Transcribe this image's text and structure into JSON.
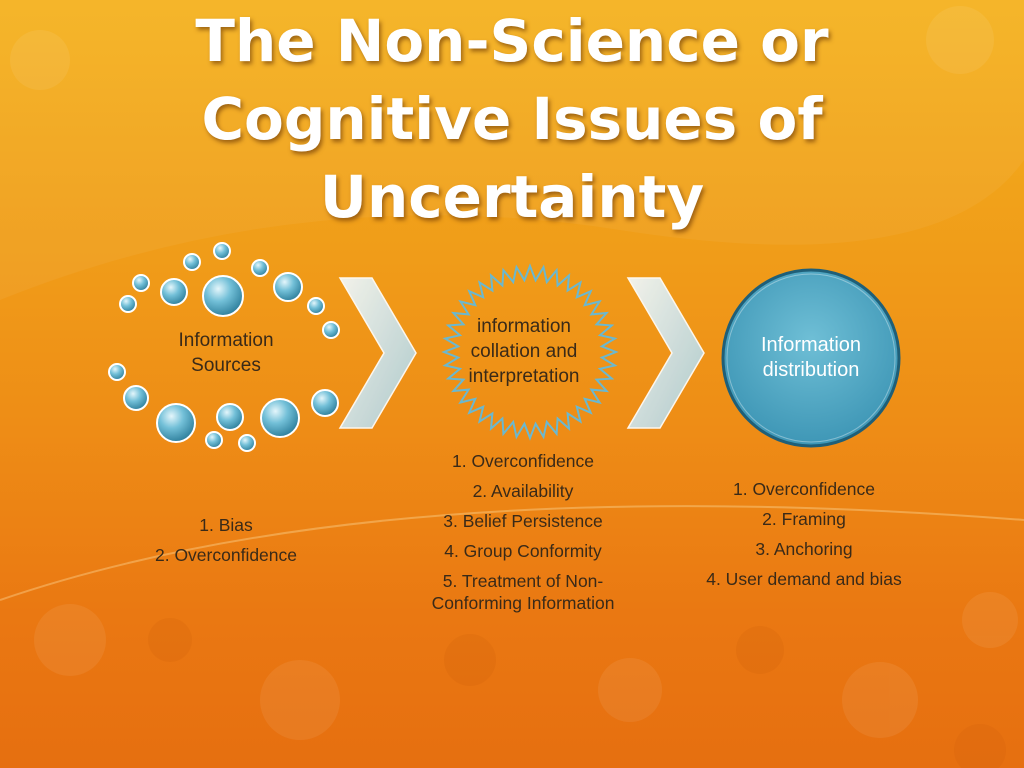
{
  "title": {
    "line1": "The Non-Science or",
    "line2": "Cognitive Issues of",
    "line3": "Uncertainty"
  },
  "colors": {
    "background_top": "#f5b21f",
    "background_bottom": "#e66f10",
    "bubble": "#4fa9c6",
    "chevron": "#cfe4ec",
    "circle_fill": "#4aa4c1",
    "title_text": "#ffffff"
  },
  "stages": [
    {
      "label_lines": [
        "Information",
        "Sources"
      ],
      "shape": "bubble-cluster",
      "items": [
        "1. Bias",
        "2. Overconfidence"
      ]
    },
    {
      "label_lines": [
        "information",
        "collation and",
        "interpretation"
      ],
      "shape": "starburst",
      "items": [
        "1.  Overconfidence",
        "2. Availability",
        "3. Belief Persistence",
        "4. Group Conformity",
        "5. Treatment of Non-Conforming Information"
      ]
    },
    {
      "label_lines": [
        "Information",
        "distribution"
      ],
      "shape": "circle",
      "items": [
        "1. Overconfidence",
        "2. Framing",
        "3. Anchoring",
        "4. User demand and bias"
      ]
    }
  ],
  "connectors": [
    "chevron-arrow",
    "chevron-arrow"
  ]
}
